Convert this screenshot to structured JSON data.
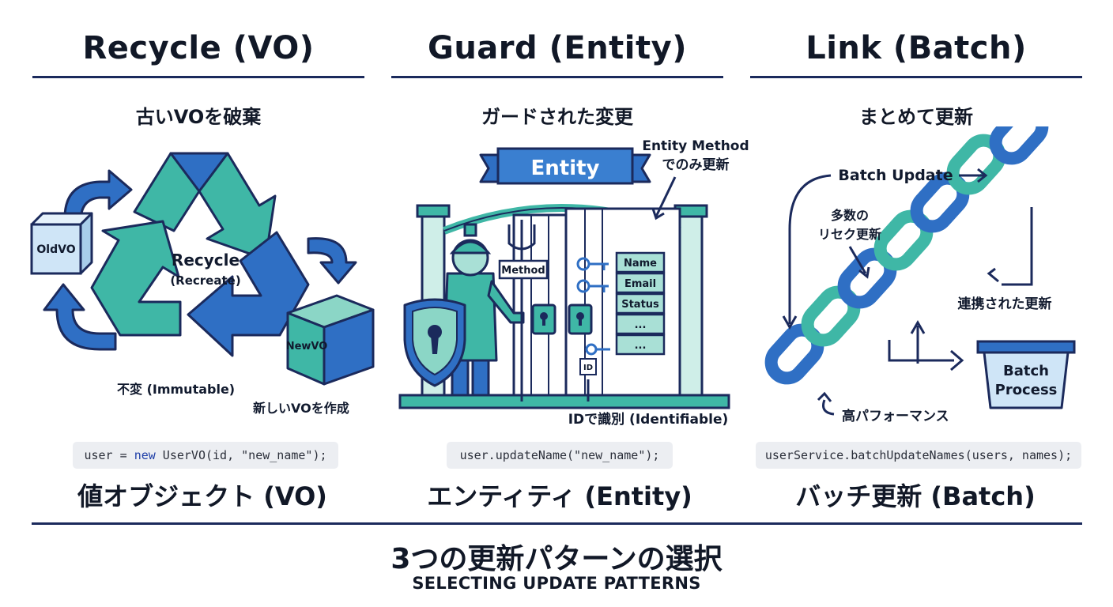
{
  "columns": [
    {
      "title": "Recycle (VO)",
      "subtitle": "古いVOを破棄",
      "labels": {
        "old": "OldVO",
        "new": "NewVO",
        "center_main": "Recycle",
        "center_sub": "(Recreate)",
        "immutable": "不変 (Immutable)",
        "create": "新しいVOを作成"
      },
      "code_prefix": "user = ",
      "code_keyword": "new",
      "code_suffix": " UserVO(id, \"new_name\");",
      "footer": "値オブジェクト (VO)"
    },
    {
      "title": "Guard (Entity)",
      "subtitle": "ガードされた変更",
      "labels": {
        "banner": "Entity",
        "method_note_1": "Entity Method",
        "method_note_2": "でのみ更新",
        "method_sign": "Method",
        "fields": [
          "Name",
          "Email",
          "Status",
          "...",
          "..."
        ],
        "id_tag": "ID",
        "identifiable": "IDで識別 (Identifiable)"
      },
      "code": "user.updateName(\"new_name\");",
      "footer": "エンティティ (Entity)"
    },
    {
      "title": "Link (Batch)",
      "subtitle": "まとめて更新",
      "labels": {
        "batch_update": "Batch Update",
        "many_1": "多数の",
        "many_2": "リセク更新",
        "linked": "連携された更新",
        "process_1": "Batch",
        "process_2": "Process",
        "high_perf": "高パフォーマンス"
      },
      "code": "userService.batchUpdateNames(users, names);",
      "footer": "バッチ更新 (Batch)"
    }
  ],
  "main_title": "3つの更新パターンの選択",
  "main_subtitle": "SELECTING UPDATE PATTERNS",
  "colors": {
    "navy": "#1b2a5c",
    "blue": "#2f6fc4",
    "teal": "#3fb7a6",
    "light_teal": "#a9e0d6",
    "code_bg": "#eceef2"
  }
}
